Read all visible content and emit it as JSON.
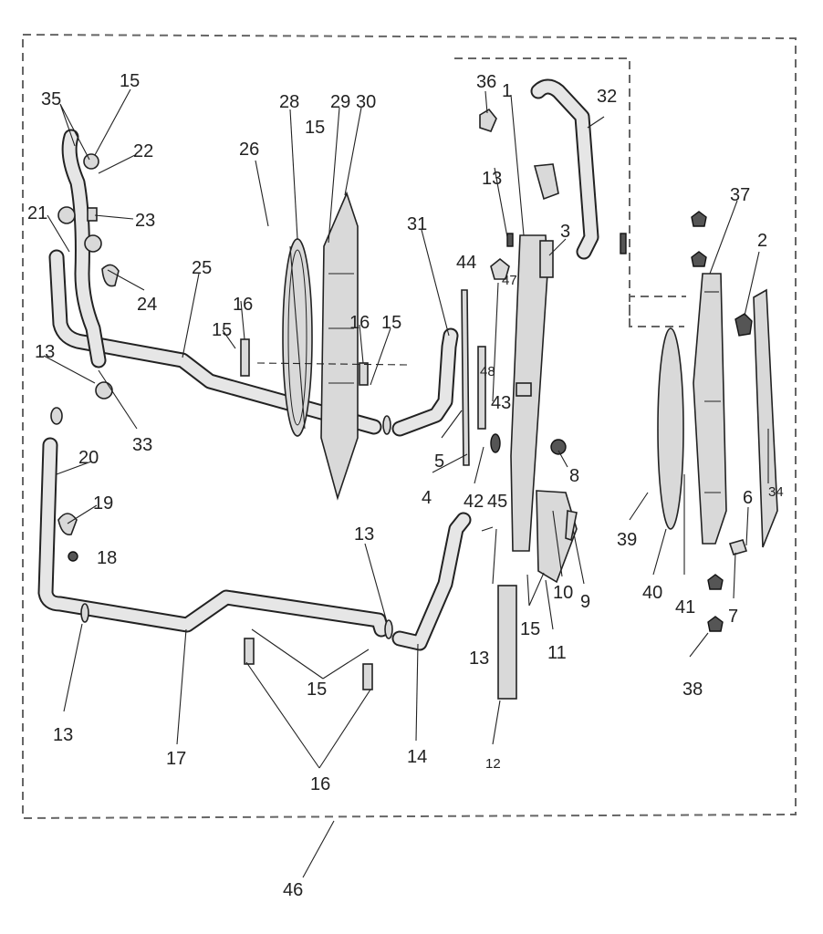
{
  "labels": {
    "l1": "1",
    "l2": "2",
    "l3": "3",
    "l4": "4",
    "l5": "5",
    "l6": "6",
    "l7": "7",
    "l8": "8",
    "l9": "9",
    "l10": "10",
    "l11": "11",
    "l12": "12",
    "l13a": "13",
    "l13b": "13",
    "l13c": "13",
    "l13d": "13",
    "l13e": "13",
    "l14": "14",
    "l15a": "15",
    "l15b": "15",
    "l15c": "15",
    "l15d": "15",
    "l15e": "15",
    "l15f": "15",
    "l16a": "16",
    "l16b": "16",
    "l16c": "16",
    "l17": "17",
    "l18": "18",
    "l19": "19",
    "l20": "20",
    "l21": "21",
    "l22": "22",
    "l23": "23",
    "l24": "24",
    "l25": "25",
    "l26": "26",
    "l28": "28",
    "l29": "29",
    "l30": "30",
    "l31": "31",
    "l32": "32",
    "l33": "33",
    "l34": "34",
    "l35": "35",
    "l36": "36",
    "l37": "37",
    "l38": "38",
    "l39": "39",
    "l40": "40",
    "l41": "41",
    "l42": "42",
    "l43": "43",
    "l44": "44",
    "l45": "45",
    "l46": "46",
    "l47": "47",
    "l48": "48"
  }
}
